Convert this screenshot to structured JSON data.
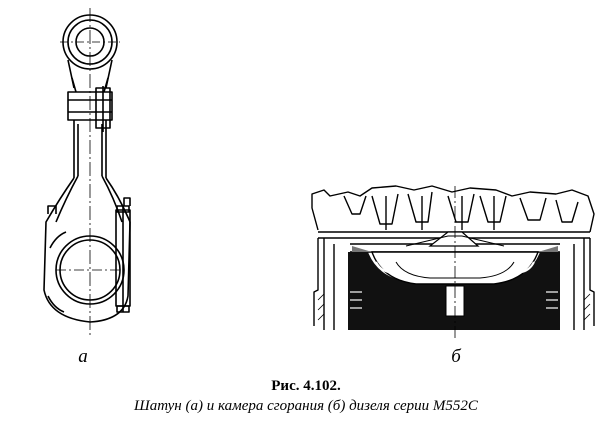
{
  "figure": {
    "label_a": "а",
    "label_b": "б",
    "caption_title": "Рис. 4.102.",
    "caption_text": "Шатун (а) и камера сгорания (б) дизеля серии М552С"
  },
  "colors": {
    "ink": "#000000",
    "paper": "#ffffff"
  }
}
